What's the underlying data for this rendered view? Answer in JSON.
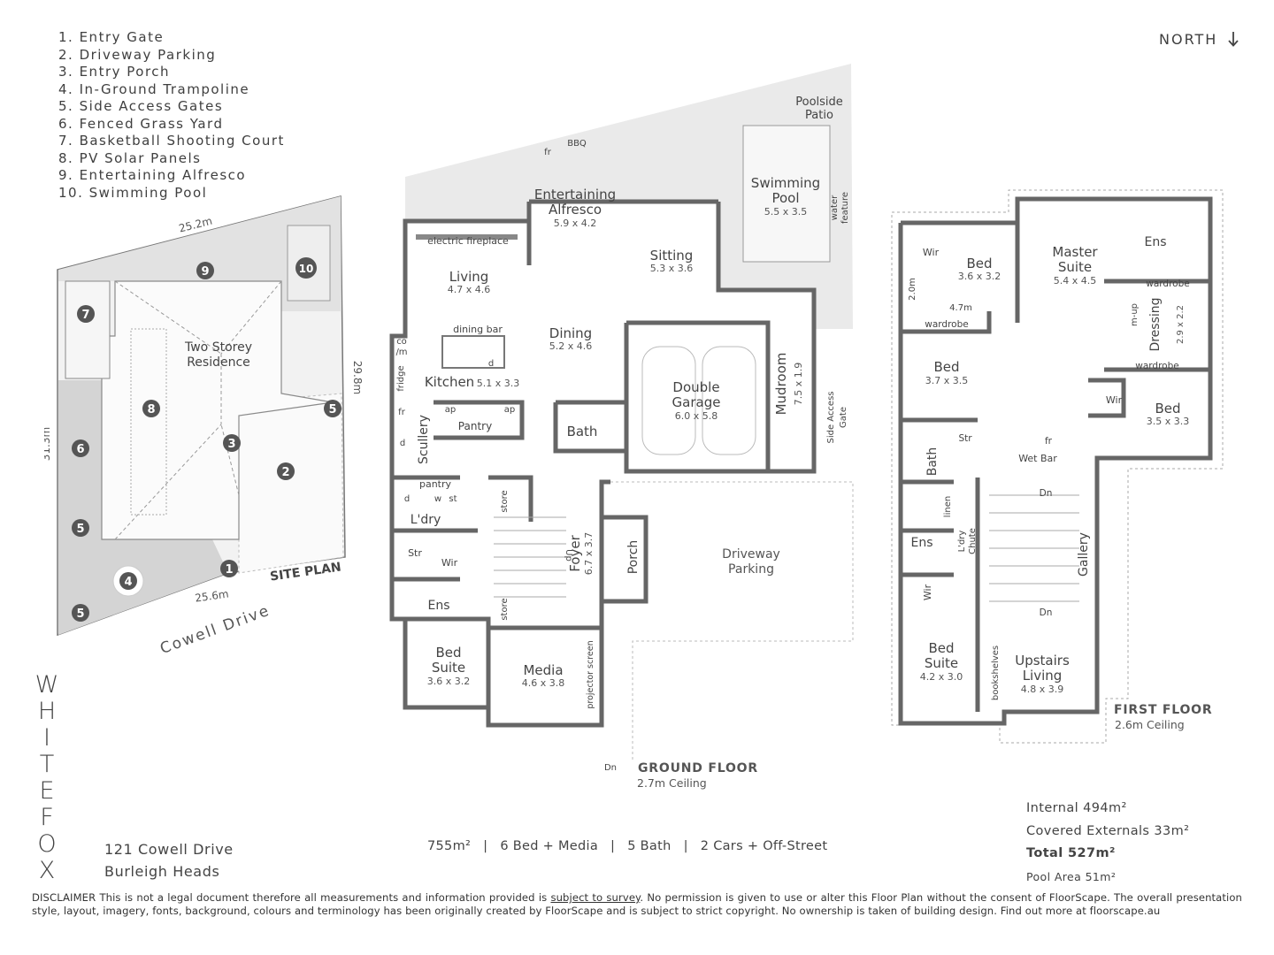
{
  "legend": [
    "1. Entry Gate",
    "2. Driveway Parking",
    "3. Entry Porch",
    "4. In-Ground Trampoline",
    "5. Side Access Gates",
    "6. Fenced Grass Yard",
    "7. Basketball Shooting Court",
    "8. PV Solar Panels",
    "9. Entertaining Alfresco",
    "10. Swimming Pool"
  ],
  "north": "NORTH",
  "brand_letters": [
    "W",
    "H",
    "I",
    "T",
    "E",
    "F",
    "O",
    "X"
  ],
  "site_plan": {
    "title": "SITE PLAN",
    "street": "Cowell Drive",
    "residence_line1": "Two Storey",
    "residence_line2": "Residence",
    "dim_top": "25.2m",
    "dim_right": "29.8m",
    "dim_left": "31.3m",
    "dim_bottom": "25.6m",
    "markers": [
      "1",
      "2",
      "3",
      "4",
      "5",
      "5",
      "5",
      "6",
      "7",
      "8",
      "9",
      "10"
    ]
  },
  "ground_floor": {
    "label": "GROUND FLOOR",
    "ceiling": "2.7m Ceiling",
    "rooms": [
      {
        "name": "Entertaining",
        "name2": "Alfresco",
        "size": "5.9 x 4.2"
      },
      {
        "name": "Living",
        "size": "4.7 x 4.6"
      },
      {
        "name": "Sitting",
        "size": "5.3 x 3.6"
      },
      {
        "name": "Dining",
        "size": "5.2 x 4.6"
      },
      {
        "name": "Kitchen",
        "size": "5.1 x 3.3"
      },
      {
        "name": "Double",
        "name2": "Garage",
        "size": "6.0 x 5.8"
      },
      {
        "name": "Mudroom",
        "size": "7.5 x 1.9"
      },
      {
        "name": "Swimming",
        "name2": "Pool",
        "size": "5.5 x 3.5"
      },
      {
        "name": "Foyer",
        "size": "6.7 x 3.7"
      },
      {
        "name": "Bed",
        "name2": "Suite",
        "size": "3.6 x 3.2"
      },
      {
        "name": "Media",
        "size": "4.6 x 3.8"
      }
    ],
    "labels": {
      "poolside1": "Poolside",
      "poolside2": "Patio",
      "fireplace": "electric fireplace",
      "dining_bar": "dining bar",
      "pantry": "Pantry",
      "pantry_small": "pantry",
      "scullery": "Scullery",
      "laundry": "L'dry",
      "bath": "Bath",
      "ens": "Ens",
      "str": "Str",
      "wir": "Wir",
      "porch": "Porch",
      "store": "store",
      "driveway1": "Driveway",
      "driveway2": "Parking",
      "side_gate1": "Side Access",
      "side_gate2": "Gate",
      "water_feature1": "water",
      "water_feature2": "feature",
      "projector": "projector screen",
      "fr": "fr",
      "bbq": "BBQ",
      "fridge": "fridge",
      "co": "co",
      "m": "/m",
      "ap": "ap",
      "d": "d",
      "w": "w",
      "st": "st",
      "up": "Up",
      "dn": "Dn"
    }
  },
  "first_floor": {
    "label": "FIRST FLOOR",
    "ceiling": "2.6m Ceiling",
    "rooms": [
      {
        "name": "Bed",
        "size": "3.6 x 3.2"
      },
      {
        "name": "Master",
        "name2": "Suite",
        "size": "5.4 x 4.5"
      },
      {
        "name": "Bed",
        "size": "3.7 x 3.5"
      },
      {
        "name": "Bed",
        "size": "3.5 x 3.3"
      },
      {
        "name": "Bed",
        "name2": "Suite",
        "size": "4.2 x 3.0"
      },
      {
        "name": "Upstairs",
        "name2": "Living",
        "size": "4.8 x 3.9"
      },
      {
        "name": "Dressing",
        "size": "2.9 x 2.2"
      }
    ],
    "labels": {
      "ens": "Ens",
      "wir": "Wir",
      "wardrobe": "wardrobe",
      "wet_bar": "Wet Bar",
      "bath": "Bath",
      "str": "Str",
      "fr": "fr",
      "linen": "linen",
      "chute1": "L'dry",
      "chute2": "Chute",
      "gallery": "Gallery",
      "bookshelves": "bookshelves",
      "dn": "Dn",
      "mup": "m-up",
      "dim_2_0": "2.0m",
      "dim_4_7": "4.7m"
    }
  },
  "address": {
    "line1": "121 Cowell Drive",
    "line2": "Burleigh Heads"
  },
  "stats": [
    "755m²",
    "6 Bed + Media",
    "5 Bath",
    "2 Cars + Off-Street"
  ],
  "areas": {
    "internal": "Internal 494m²",
    "covered": "Covered Externals 33m²",
    "total": "Total 527m²",
    "pool": "Pool Area 51m²"
  },
  "disclaimer": {
    "lead": "DISCLAIMER",
    "part1": " This is not a legal document therefore all measurements and information  provided is ",
    "link": "subject to survey",
    "part2": ". No permission is given to use or alter this Floor Plan without the consent of FloorScape. The overall presentation style, layout, imagery, fonts, background, colours and terminology has been originally created by FloorScape and is subject to strict copyright. No ownership is taken of building design. Find out more at floorscape.au"
  }
}
